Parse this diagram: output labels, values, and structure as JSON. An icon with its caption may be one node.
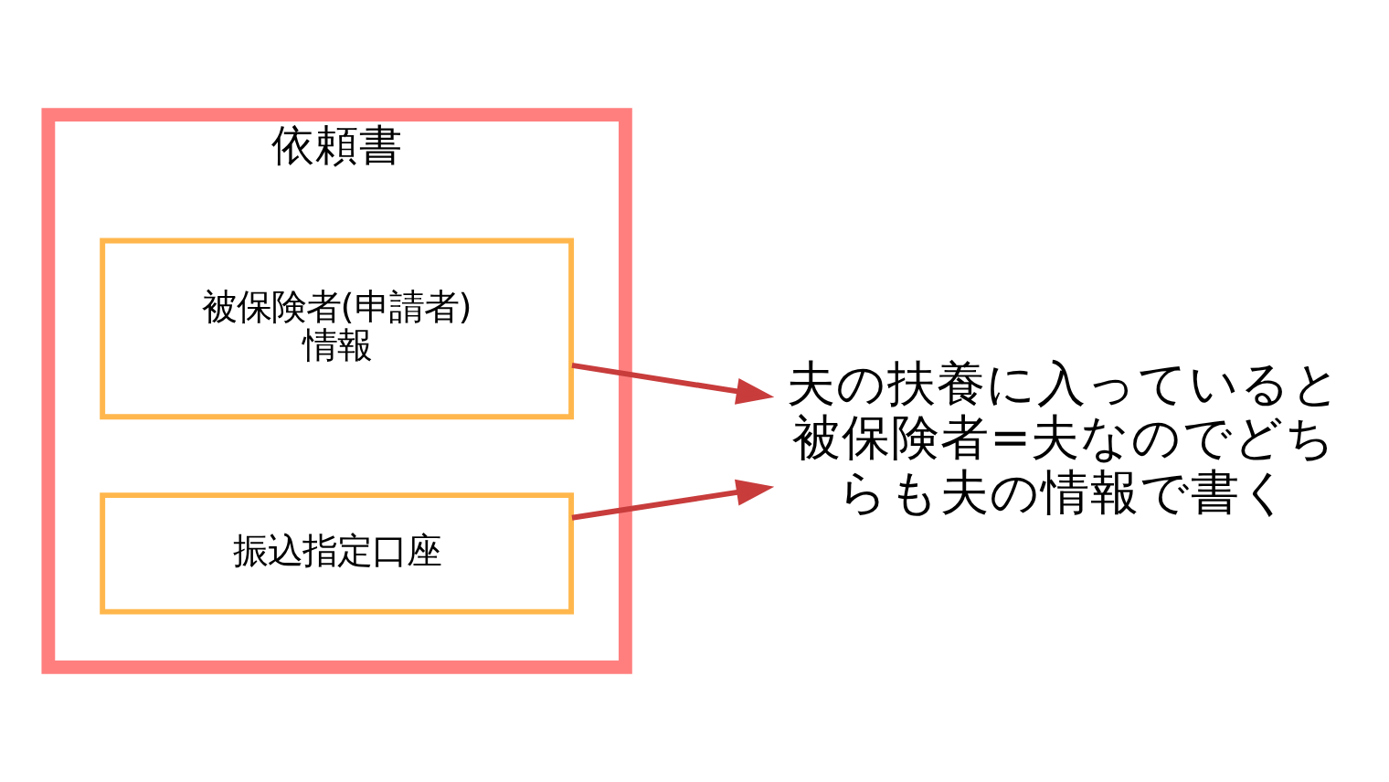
{
  "diagram": {
    "nodes": [
      {
        "text": [
          "依頼書"
        ]
      },
      {
        "text": [
          "被保険者(申請者)情報"
        ],
        "in": 0
      },
      {
        "text": [
          "振込指定口座"
        ],
        "in": 0
      },
      {
        "text": [
          "夫の扶養に入っていると被保険者=夫なのでどちらも夫の情報で書く"
        ]
      }
    ],
    "edges": [
      {
        "from": 1,
        "to": 3,
        "arrow": "to"
      },
      {
        "from": 2,
        "to": 3,
        "arrow": "to"
      }
    ]
  }
}
